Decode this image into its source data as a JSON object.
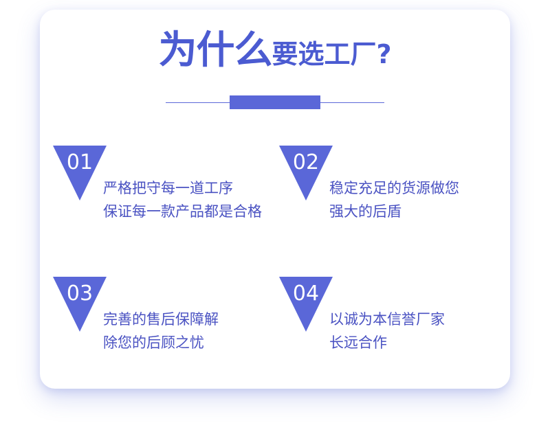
{
  "title": {
    "big": "为什么",
    "small": "要选工厂?"
  },
  "features": [
    {
      "number": "01",
      "lines": [
        "严格把守每一道工序",
        "保证每一款产品都是合格"
      ]
    },
    {
      "number": "02",
      "lines": [
        "稳定充足的货源做您",
        "强大的后盾"
      ]
    },
    {
      "number": "03",
      "lines": [
        "完善的售后保障解",
        "除您的后顾之忧"
      ]
    },
    {
      "number": "04",
      "lines": [
        "以诚为本信誉厂家",
        "长远合作"
      ]
    }
  ],
  "colors": {
    "accent": "#5a67d8",
    "title": "#4b5bd1",
    "text": "#4a52c2"
  },
  "icons": [
    "triangle-badge-icon"
  ]
}
